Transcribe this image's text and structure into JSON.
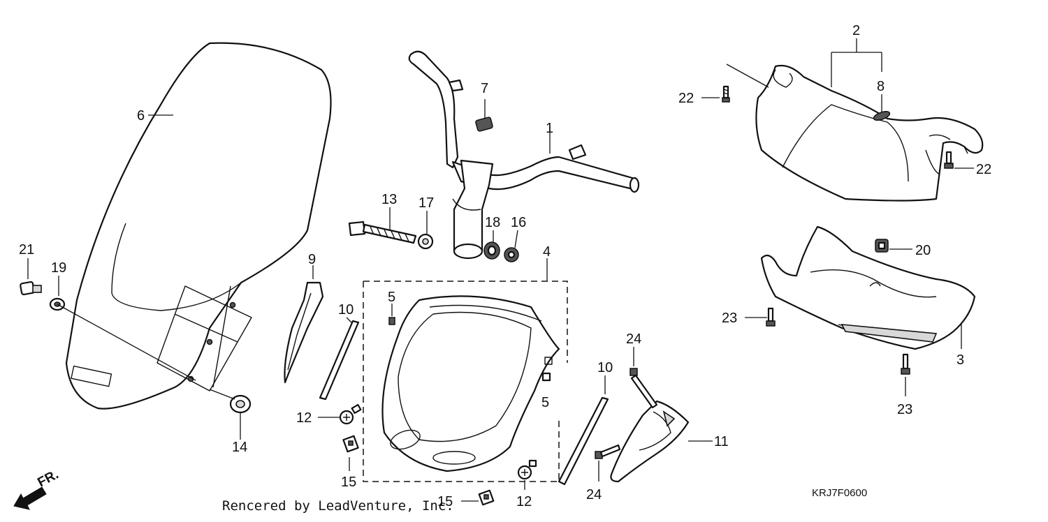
{
  "diagram": {
    "callouts": {
      "c1": "1",
      "c2": "2",
      "c3": "3",
      "c4": "4",
      "c5a": "5",
      "c5b": "5",
      "c6": "6",
      "c7": "7",
      "c8": "8",
      "c9": "9",
      "c10a": "10",
      "c10b": "10",
      "c11": "11",
      "c12a": "12",
      "c12b": "12",
      "c13": "13",
      "c14": "14",
      "c15a": "15",
      "c15b": "15",
      "c16": "16",
      "c17": "17",
      "c18": "18",
      "c19": "19",
      "c20": "20",
      "c21": "21",
      "c22a": "22",
      "c22b": "22",
      "c23a": "23",
      "c23b": "23",
      "c24a": "24",
      "c24b": "24"
    },
    "credit": "Rencered by LeadVenture, Inc.",
    "code": "KRJ7F0600",
    "direction": "FR.",
    "direction_icon": "front-direction-arrow-icon"
  }
}
